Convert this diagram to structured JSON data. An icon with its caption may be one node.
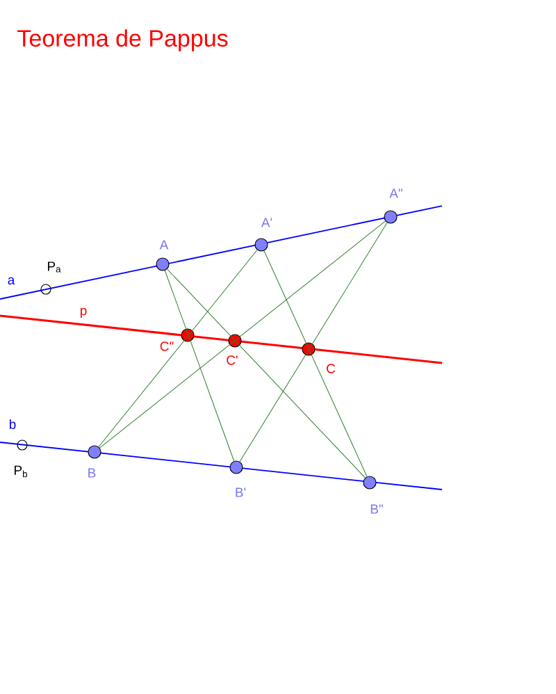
{
  "diagram": {
    "title": "Teorema de Pappus",
    "nodes": [
      {
        "text": [],
        "shape": "circle",
        "beside": [
          "P$_{a}$"
        ]
      },
      {
        "text": [],
        "shape": "circle",
        "beside": [
          "A"
        ]
      },
      {
        "text": [],
        "shape": "circle",
        "beside": [
          "A'"
        ]
      },
      {
        "text": [],
        "shape": "circle",
        "beside": [
          "A\""
        ]
      },
      {
        "text": [],
        "shape": "circle",
        "beside": [
          "C\""
        ]
      },
      {
        "text": [],
        "shape": "circle",
        "beside": [
          "C'"
        ]
      },
      {
        "text": [],
        "shape": "circle",
        "beside": [
          "C"
        ]
      },
      {
        "text": [],
        "shape": "circle",
        "beside": [
          "P$_{b}$"
        ]
      },
      {
        "text": [],
        "shape": "circle",
        "beside": [
          "B"
        ]
      },
      {
        "text": [],
        "shape": "circle",
        "beside": [
          "B'"
        ]
      },
      {
        "text": [],
        "shape": "circle",
        "beside": [
          "B\""
        ]
      }
    ],
    "edges": [
      {
        "from": 1,
        "to": 9,
        "arrow": "none"
      },
      {
        "from": 1,
        "to": 10,
        "arrow": "none"
      },
      {
        "from": 2,
        "to": 8,
        "arrow": "none"
      },
      {
        "from": 2,
        "to": 10,
        "arrow": "none"
      },
      {
        "from": 3,
        "to": 8,
        "arrow": "none"
      },
      {
        "from": 3,
        "to": 9,
        "arrow": "none"
      }
    ],
    "labels": [
      "a",
      "p",
      "b"
    ]
  }
}
